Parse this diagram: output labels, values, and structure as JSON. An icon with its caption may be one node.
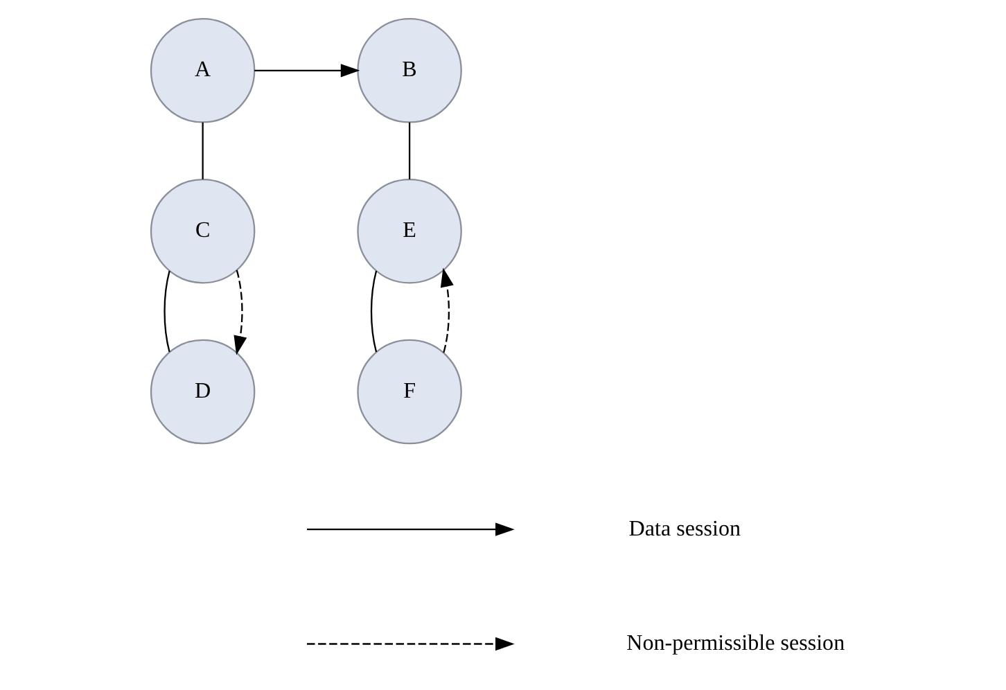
{
  "diagram": {
    "nodes": [
      {
        "text": [
          "A"
        ]
      },
      {
        "text": [
          "B"
        ]
      },
      {
        "text": [
          "C"
        ]
      },
      {
        "text": [
          "E"
        ]
      },
      {
        "text": [
          "D"
        ]
      },
      {
        "text": [
          "F"
        ]
      }
    ],
    "edges": [
      {
        "from": 0,
        "to": 1,
        "arrow": "to"
      },
      {
        "from": 0,
        "to": 2,
        "arrow": "none"
      },
      {
        "from": 2,
        "to": 4,
        "arrow": "none"
      },
      {
        "from": 1,
        "to": 3,
        "arrow": "none"
      },
      {
        "from": 3,
        "to": 5,
        "arrow": "none"
      },
      {
        "from": 2,
        "to": 4,
        "arrow": "to",
        "style": "dashed"
      },
      {
        "from": 5,
        "to": 3,
        "arrow": "to",
        "style": "dashed"
      }
    ],
    "legend": [
      {
        "text": "Data session"
      },
      {
        "text": "Non-permissible session"
      }
    ]
  }
}
